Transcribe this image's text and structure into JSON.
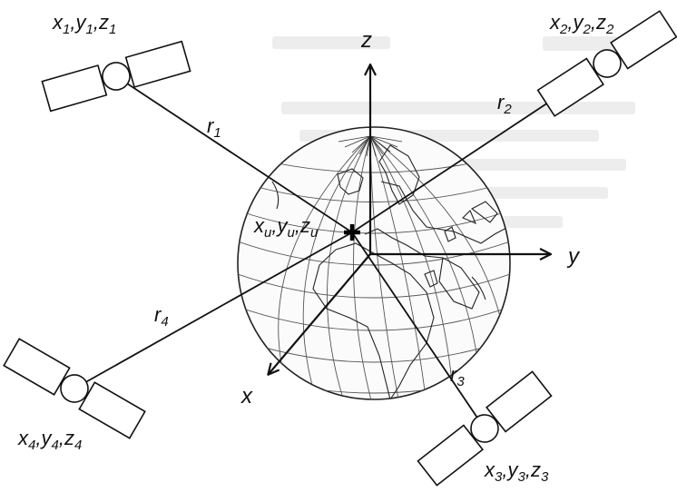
{
  "satellites": [
    {
      "id": "1",
      "x": "x",
      "y": "y",
      "z": "z",
      "sub": "1",
      "range_label": "r",
      "range_sub": "1"
    },
    {
      "id": "2",
      "x": "x",
      "y": "y",
      "z": "z",
      "sub": "2",
      "range_label": "r",
      "range_sub": "2"
    },
    {
      "id": "3",
      "x": "x",
      "y": "y",
      "z": "z",
      "sub": "3",
      "range_label": "r",
      "range_sub": "3"
    },
    {
      "id": "4",
      "x": "x",
      "y": "y",
      "z": "z",
      "sub": "4",
      "range_label": "r",
      "range_sub": "4"
    }
  ],
  "user": {
    "x": "x",
    "y": "y",
    "z": "z",
    "sub": "u"
  },
  "axes": {
    "x": "x",
    "y": "y",
    "z": "z"
  },
  "separator": ","
}
